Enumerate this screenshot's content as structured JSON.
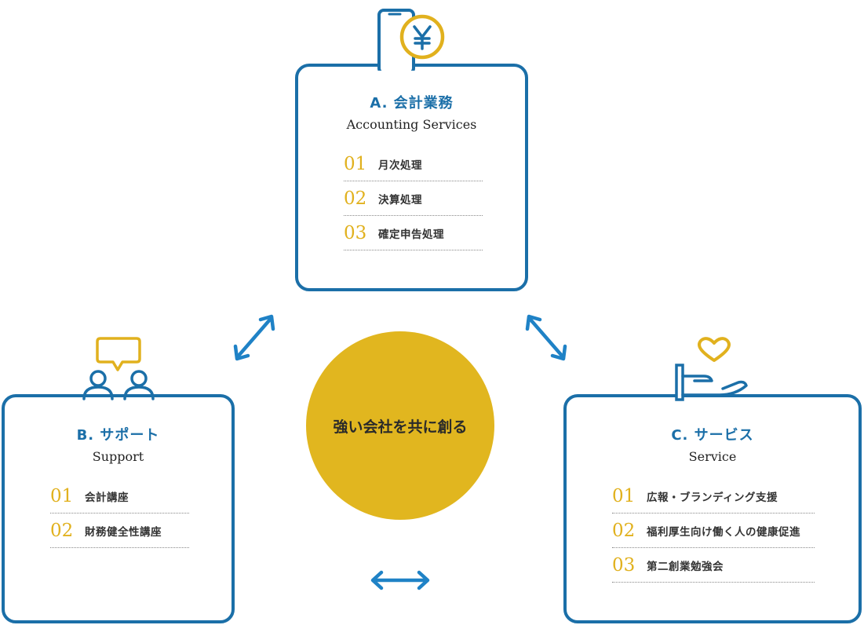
{
  "colors": {
    "primary_blue": "#1b6fa8",
    "accent_yellow": "#e1b11e",
    "circle_yellow": "#e1b61f"
  },
  "center": {
    "text": "強い会社を共に創る"
  },
  "cards": {
    "a": {
      "title": "A. 会計業務",
      "subtitle": "Accounting Services",
      "icon": "smartphone-yen-icon",
      "items": [
        {
          "num": "01",
          "label": "月次処理"
        },
        {
          "num": "02",
          "label": "決算処理"
        },
        {
          "num": "03",
          "label": "確定申告処理"
        }
      ]
    },
    "b": {
      "title": "B. サポート",
      "subtitle": "Support",
      "icon": "people-speech-bubble-icon",
      "items": [
        {
          "num": "01",
          "label": "会計講座"
        },
        {
          "num": "02",
          "label": "財務健全性講座"
        }
      ]
    },
    "c": {
      "title": "C. サービス",
      "subtitle": "Service",
      "icon": "hand-heart-icon",
      "items": [
        {
          "num": "01",
          "label": "広報・ブランディング支援"
        },
        {
          "num": "02",
          "label": "福利厚生向け働く人の健康促進"
        },
        {
          "num": "03",
          "label": "第二創業勉強会"
        }
      ]
    }
  }
}
